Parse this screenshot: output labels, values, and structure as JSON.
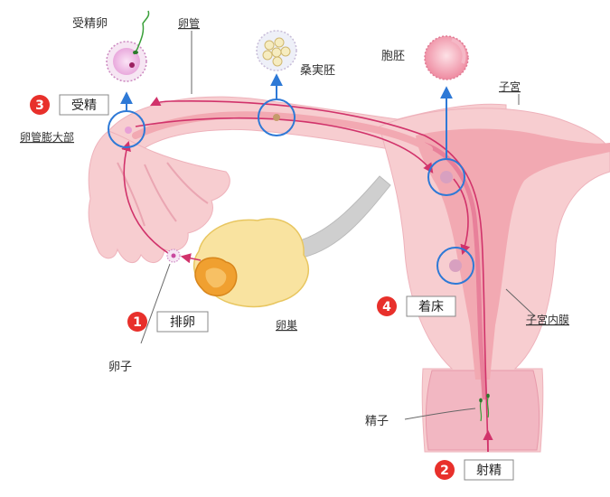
{
  "labels": {
    "fertilized_egg": "受精卵",
    "oviduct": "卵管",
    "morula": "桑実胚",
    "blastocyst": "胞胚",
    "uterus": "子宮",
    "ampulla": "卵管膨大部",
    "ovary": "卵巣",
    "egg": "卵子",
    "endometrium": "子宮内膜",
    "sperm": "精子"
  },
  "steps": [
    {
      "number": "1",
      "label": "排卵"
    },
    {
      "number": "2",
      "label": "射精"
    },
    {
      "number": "3",
      "label": "受精"
    },
    {
      "number": "4",
      "label": "着床"
    }
  ],
  "colors": {
    "uterus_fill": "#f7cdd0",
    "uterus_inner": "#f2a9b2",
    "canal": "#e8809a",
    "ovary_fill": "#f9e3a0",
    "ovary_stroke": "#e8c660",
    "follicle": "#f0a030",
    "ligament": "#cfcfcf",
    "path_arrow": "#d1336b",
    "circle_blue": "#2e79d6",
    "up_arrow": "#2e79d6",
    "badge_red": "#e8302b"
  }
}
